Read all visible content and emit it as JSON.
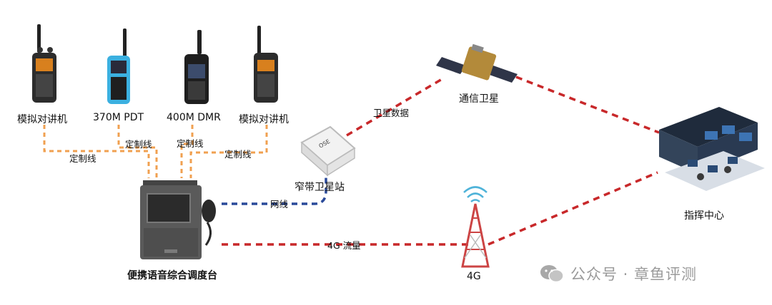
{
  "radios": [
    {
      "label": "模拟对讲机"
    },
    {
      "label": "370M PDT"
    },
    {
      "label": "400M DMR"
    },
    {
      "label": "模拟对讲机"
    }
  ],
  "links": {
    "custom_cable": "定制线",
    "satellite_data": "卫星数据",
    "network_cable": "网线",
    "cellular_traffic": "4G 流量"
  },
  "nodes": {
    "dispatch_console": "便携语音综合调度台",
    "satellite_station": "窄带卫星站",
    "satellite": "通信卫星",
    "command_center": "指挥中心",
    "tower": "4G",
    "terminal_brand": "OSE"
  },
  "watermark": {
    "text": "公众号 · 章鱼评测"
  },
  "colors": {
    "orange_link": "#f0a050",
    "red_link": "#c8282a",
    "blue_link": "#2a4a9a"
  }
}
